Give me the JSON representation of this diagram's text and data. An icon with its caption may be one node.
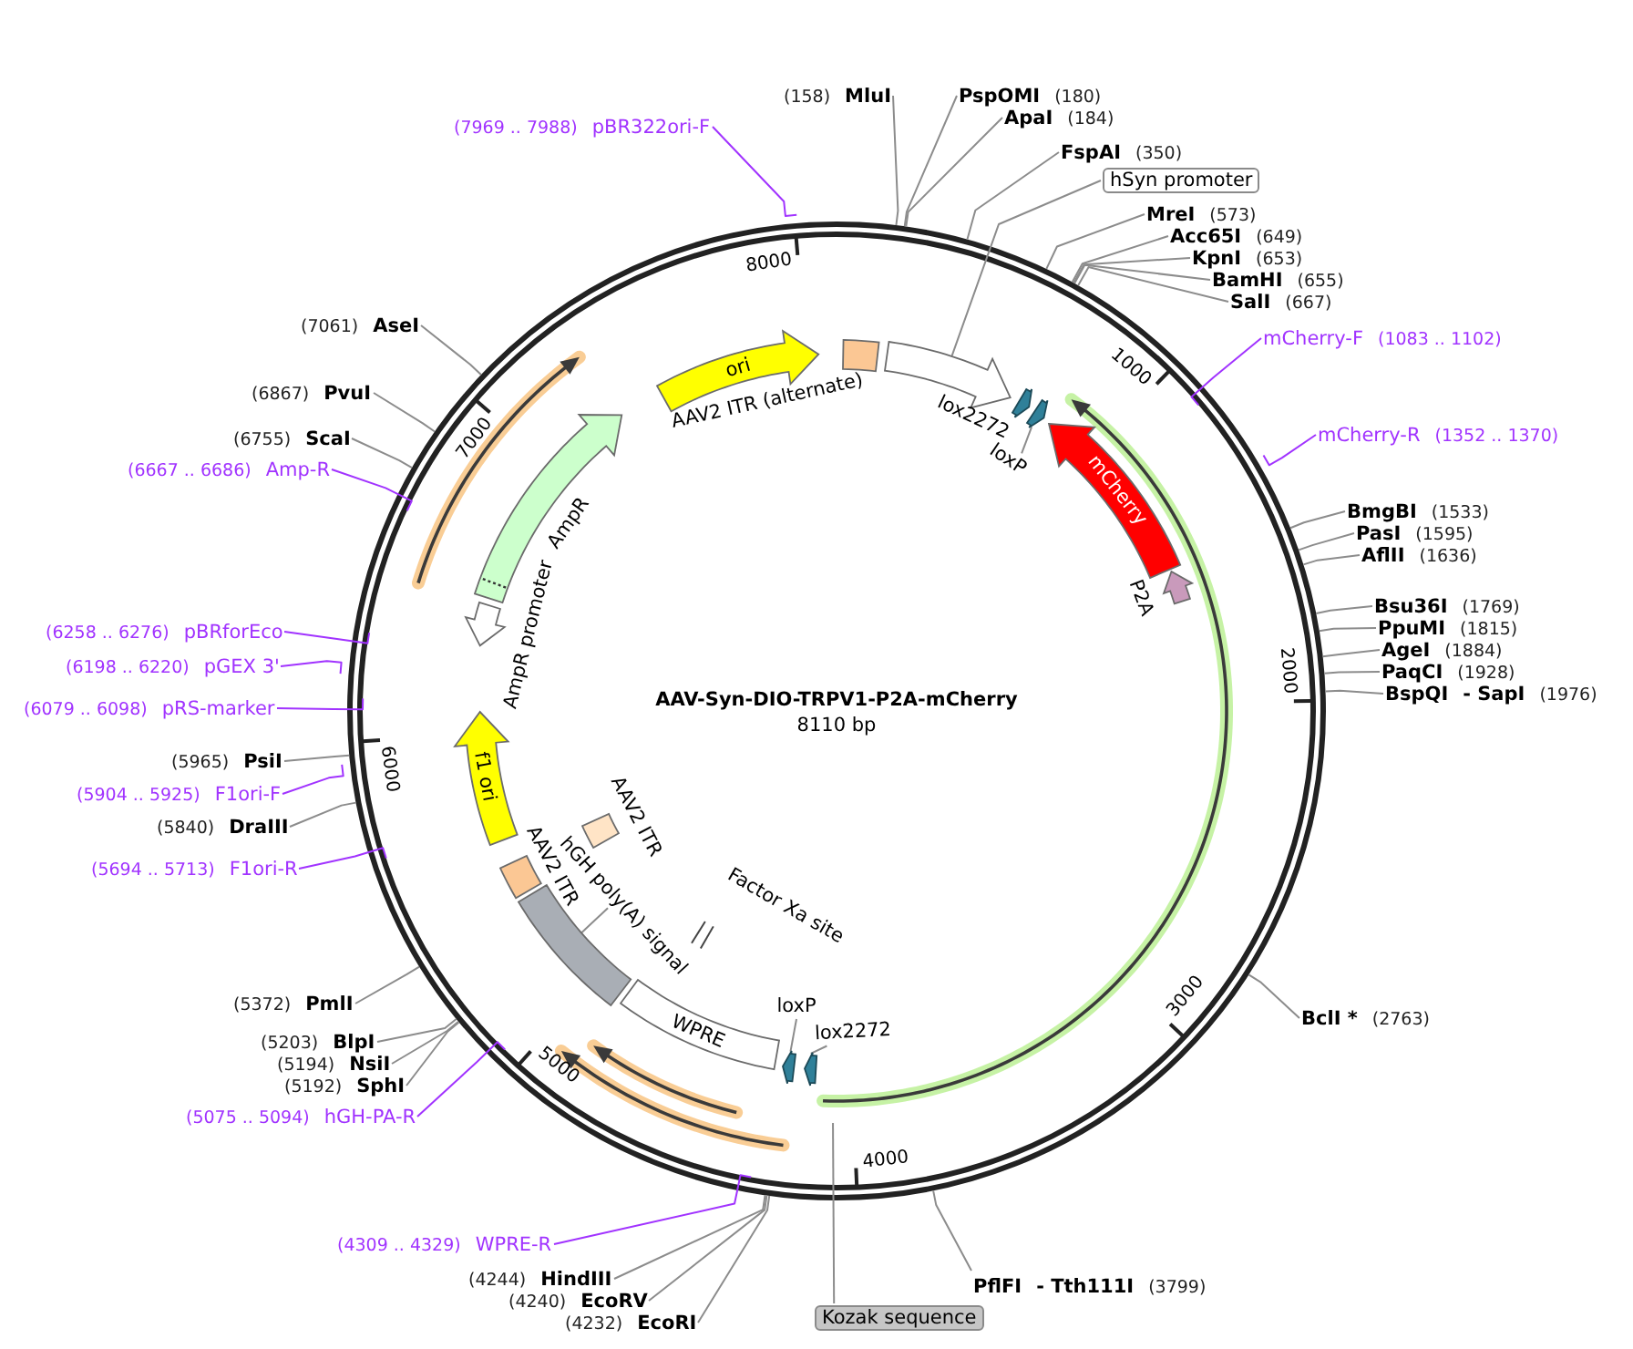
{
  "diagram": {
    "title": "AAV-Syn-DIO-TRPV1-P2A-mCherry",
    "nodes": [
      {
        "text": [
          "(7969 .. 7988)",
          "pBR322ori-F"
        ]
      },
      {
        "text": [
          "(158)",
          "MluI"
        ]
      },
      {
        "text": [
          "PspOMI",
          "(180)"
        ]
      },
      {
        "text": [
          "ApaI",
          "(184)"
        ]
      },
      {
        "text": [
          "FspAI",
          "(350)"
        ]
      },
      {
        "text": [
          "hSyn promoter"
        ]
      },
      {
        "text": [
          "MreI",
          "(573)"
        ]
      },
      {
        "text": [
          "Acc65I",
          "(649)"
        ]
      },
      {
        "text": [
          "KpnI",
          "(653)"
        ]
      },
      {
        "text": [
          "BamHI",
          "(655)"
        ]
      },
      {
        "text": [
          "SalI",
          "(667)"
        ]
      },
      {
        "text": [
          "(7061)",
          "AseI"
        ]
      },
      {
        "text": [
          "mCherry-F",
          "(1083 .. 1102)"
        ]
      },
      {
        "text": [
          "ori"
        ]
      },
      {
        "text": [],
        "shape": "box",
        "beside": [
          "AAV2 ITR (alternate)"
        ]
      },
      {
        "text": [],
        "shape": "arrow"
      },
      {
        "text": [
          "(6867)",
          "PvuI"
        ]
      },
      {
        "text": [],
        "shape": "arrow",
        "beside": [
          "lox2272"
        ]
      },
      {
        "text": [],
        "shape": "arrow"
      },
      {
        "text": [
          "mCherry"
        ]
      },
      {
        "text": [
          "loxP"
        ]
      },
      {
        "text": [],
        "shape": "arrow",
        "beside": [
          "AmpR"
        ]
      },
      {
        "text": [
          "mCherry-R",
          "(1352 .. 1370)"
        ]
      },
      {
        "text": [
          "(6755)",
          "ScaI"
        ]
      },
      {
        "text": [
          "(6667 .. 6686)",
          "Amp-R"
        ]
      },
      {
        "text": [
          "BmgBI",
          "(1533)"
        ]
      },
      {
        "text": [
          "PasI",
          "(1595)"
        ]
      },
      {
        "text": [
          "AflII",
          "(1636)"
        ]
      },
      {
        "text": [],
        "shape": "arrow",
        "beside": [
          "P2A"
        ]
      },
      {
        "text": [
          "Bsu36I",
          "(1769)"
        ]
      },
      {
        "text": [],
        "shape": "arrow",
        "beside": [
          "AmpR promoter"
        ]
      },
      {
        "text": [
          "(6258 .. 6276)",
          "pBRforEco"
        ]
      },
      {
        "text": [
          "PpuMI",
          "(1815)"
        ]
      },
      {
        "text": [
          "AgeI",
          "(1884)"
        ]
      },
      {
        "text": [
          "(6198 .. 6220)",
          "pGEX 3'"
        ]
      },
      {
        "text": [
          "PaqCI",
          "(1928)"
        ]
      },
      {
        "text": [
          "BspQI",
          "- SapI",
          "(1976)"
        ]
      },
      {
        "text": [
          "(6079 .. 6098)",
          "pRS-marker"
        ]
      },
      {
        "text": [
          "f1 ori"
        ]
      },
      {
        "text": [
          "(5965)",
          "PsiI"
        ]
      },
      {
        "text": [
          "(5904 .. 5925)",
          "F1ori-F"
        ]
      },
      {
        "text": [
          "(5840)",
          "DraIII"
        ]
      },
      {
        "text": [],
        "shape": "box",
        "beside": [
          "AAV2 ITR"
        ]
      },
      {
        "text": [
          "(5694 .. 5713)",
          "F1ori-R"
        ]
      },
      {
        "text": [],
        "shape": "box",
        "beside": [
          "AAV2 ITR"
        ]
      },
      {
        "text": [],
        "shape": "box"
      },
      {
        "text": [
          "hGH poly(A) signal"
        ]
      },
      {
        "text": [],
        "shape": "bar",
        "beside": [
          "Factor Xa site"
        ]
      },
      {
        "text": [
          "(5372)",
          "PmlI"
        ]
      },
      {
        "text": [
          "WPRE"
        ]
      },
      {
        "text": [
          "loxP"
        ]
      },
      {
        "text": [
          "BclI *",
          "(2763)"
        ]
      },
      {
        "text": [
          "lox2272"
        ]
      },
      {
        "text": [
          "(5203)",
          "BlpI"
        ]
      },
      {
        "text": [
          "(5194)",
          "NsiI"
        ]
      },
      {
        "text": [],
        "shape": "arrow"
      },
      {
        "text": [],
        "shape": "arrow"
      },
      {
        "text": [
          "(5192)",
          "SphI"
        ]
      },
      {
        "text": [
          "(5075 .. 5094)",
          "hGH-PA-R"
        ]
      },
      {
        "text": [
          "(4309 .. 4329)",
          "WPRE-R"
        ]
      },
      {
        "text": [
          "(4244)",
          "HindIII"
        ]
      },
      {
        "text": [
          "PflFI",
          "- Tth111I",
          "(3799)"
        ]
      },
      {
        "text": [
          "(4240)",
          "EcoRV"
        ]
      },
      {
        "text": [
          "Kozak sequence"
        ]
      },
      {
        "text": [
          "(4232)",
          "EcoRI"
        ]
      }
    ],
    "edges": [
      {
        "from": 0,
        "to": null,
        "arrow": "none",
        "color": "#a133ff"
      },
      {
        "from": 1,
        "to": null,
        "arrow": "none"
      },
      {
        "from": 2,
        "to": null,
        "arrow": "none"
      },
      {
        "from": 3,
        "to": null,
        "arrow": "none"
      },
      {
        "from": 4,
        "to": null,
        "arrow": "none"
      },
      {
        "from": 5,
        "to": 15,
        "arrow": "none"
      },
      {
        "from": 6,
        "to": null,
        "arrow": "none"
      },
      {
        "from": 7,
        "to": null,
        "arrow": "none"
      },
      {
        "from": 8,
        "to": null,
        "arrow": "none"
      },
      {
        "from": 9,
        "to": null,
        "arrow": "none"
      },
      {
        "from": 10,
        "to": null,
        "arrow": "none"
      },
      {
        "from": 11,
        "to": null,
        "arrow": "none"
      },
      {
        "from": 12,
        "to": null,
        "arrow": "none",
        "color": "#a133ff"
      },
      {
        "from": 16,
        "to": null,
        "arrow": "none"
      },
      {
        "from": 20,
        "to": 18,
        "arrow": "none"
      },
      {
        "from": 22,
        "to": null,
        "arrow": "none",
        "color": "#a133ff"
      },
      {
        "from": 23,
        "to": null,
        "arrow": "none"
      },
      {
        "from": 24,
        "to": null,
        "arrow": "none",
        "color": "#a133ff"
      },
      {
        "from": 25,
        "to": null,
        "arrow": "none"
      },
      {
        "from": 26,
        "to": null,
        "arrow": "none"
      },
      {
        "from": 27,
        "to": null,
        "arrow": "none"
      },
      {
        "from": 29,
        "to": null,
        "arrow": "none"
      },
      {
        "from": 31,
        "to": null,
        "arrow": "none",
        "color": "#a133ff"
      },
      {
        "from": 32,
        "to": null,
        "arrow": "none"
      },
      {
        "from": 33,
        "to": null,
        "arrow": "none"
      },
      {
        "from": 34,
        "to": null,
        "arrow": "none",
        "color": "#a133ff"
      },
      {
        "from": 35,
        "to": null,
        "arrow": "none"
      },
      {
        "from": 36,
        "to": null,
        "arrow": "none"
      },
      {
        "from": 37,
        "to": null,
        "arrow": "none",
        "color": "#a133ff"
      },
      {
        "from": 39,
        "to": null,
        "arrow": "none"
      },
      {
        "from": 40,
        "to": null,
        "arrow": "none",
        "color": "#a133ff"
      },
      {
        "from": 41,
        "to": null,
        "arrow": "none"
      },
      {
        "from": 43,
        "to": null,
        "arrow": "none",
        "color": "#a133ff"
      },
      {
        "from": 46,
        "to": 45,
        "arrow": "none"
      },
      {
        "from": 48,
        "to": null,
        "arrow": "none"
      },
      {
        "from": 50,
        "to": 55,
        "arrow": "none"
      },
      {
        "from": 51,
        "to": null,
        "arrow": "none"
      },
      {
        "from": 52,
        "to": 56,
        "arrow": "none"
      },
      {
        "from": 53,
        "to": null,
        "arrow": "none"
      },
      {
        "from": 54,
        "to": null,
        "arrow": "none"
      },
      {
        "from": 57,
        "to": null,
        "arrow": "none"
      },
      {
        "from": 58,
        "to": null,
        "arrow": "none",
        "color": "#a133ff"
      },
      {
        "from": 59,
        "to": null,
        "arrow": "none",
        "color": "#a133ff"
      },
      {
        "from": 60,
        "to": null,
        "arrow": "none"
      },
      {
        "from": 61,
        "to": null,
        "arrow": "none"
      },
      {
        "from": 62,
        "to": null,
        "arrow": "none"
      },
      {
        "from": 63,
        "to": null,
        "arrow": "none"
      },
      {
        "from": 64,
        "to": null,
        "arrow": "none"
      }
    ],
    "labels": [
      "8000",
      "1000",
      "7000",
      "2000",
      "8110 bp",
      "6000",
      "3000",
      "5000",
      "4000"
    ]
  }
}
